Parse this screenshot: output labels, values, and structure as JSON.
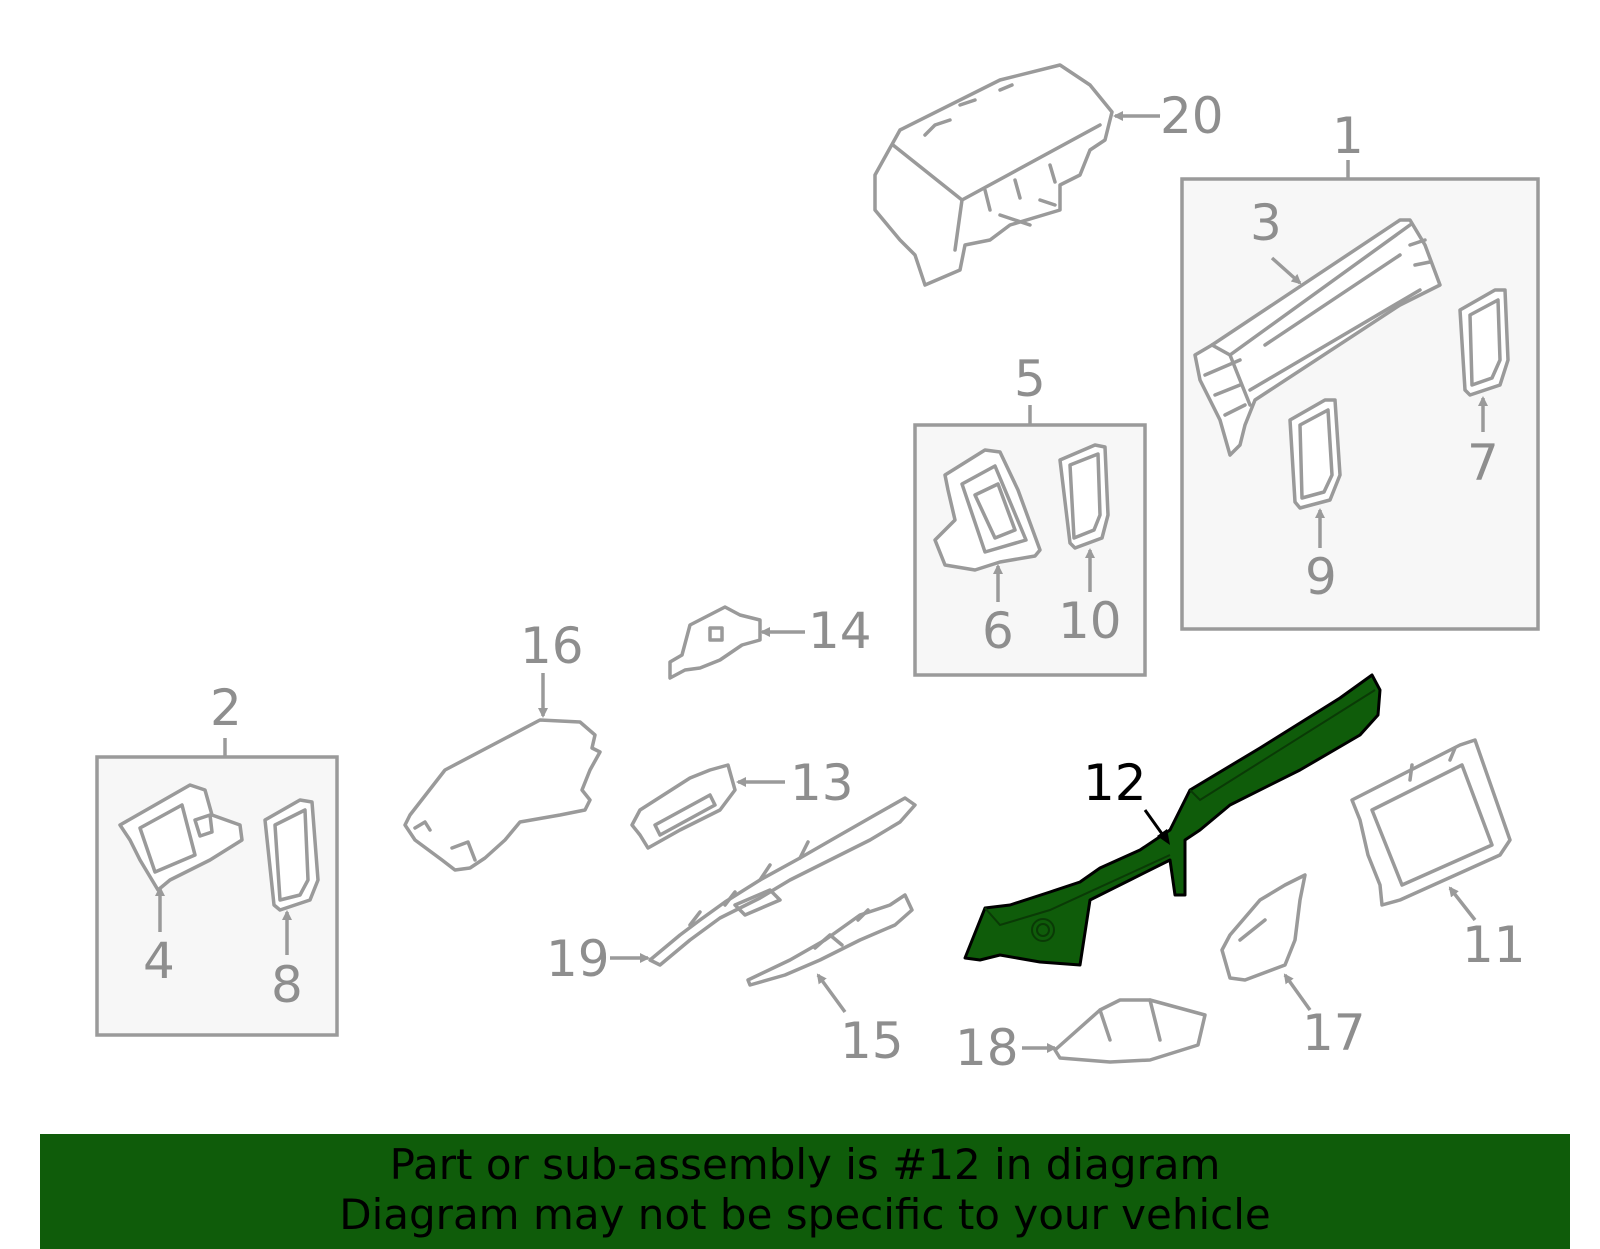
{
  "callouts": {
    "c1": "1",
    "c2": "2",
    "c3": "3",
    "c4": "4",
    "c5": "5",
    "c6": "6",
    "c7": "7",
    "c8": "8",
    "c9": "9",
    "c10": "10",
    "c11": "11",
    "c12": "12",
    "c13": "13",
    "c14": "14",
    "c15": "15",
    "c16": "16",
    "c17": "17",
    "c18": "18",
    "c19": "19",
    "c20": "20"
  },
  "highlighted_part": "12",
  "colors": {
    "highlight": "#0f5c0a",
    "line": "#9a9a9a",
    "box": "#f7f7f7"
  },
  "banner": {
    "line1": "Part or sub-assembly is #12 in diagram",
    "line2": "Diagram may not be specific to your vehicle"
  }
}
